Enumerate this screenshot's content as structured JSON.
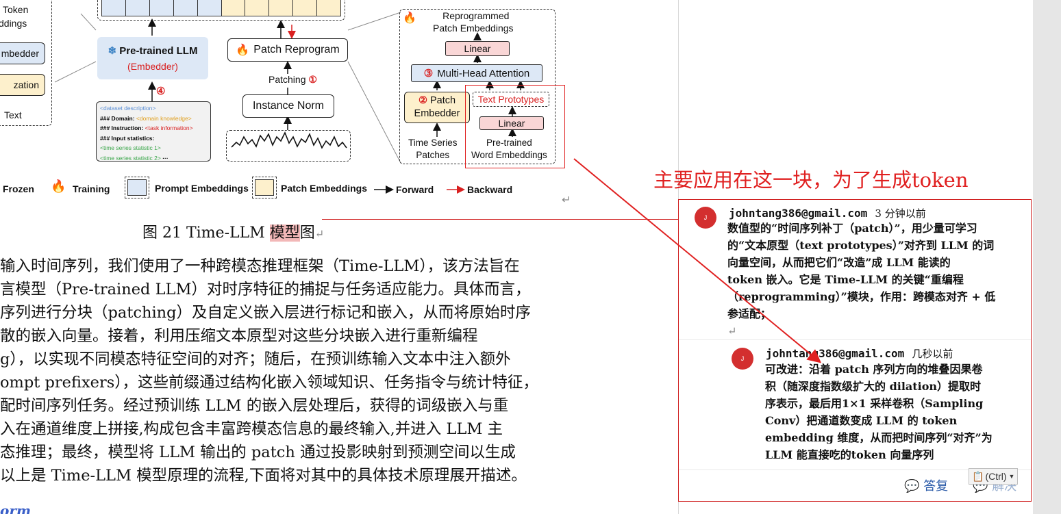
{
  "figure": {
    "left_panel": {
      "labels": [
        "Token",
        "ddings",
        "mbedder",
        "zation",
        "Text"
      ]
    },
    "embedder": {
      "title": "Pre-trained LLM",
      "subtitle": "(Embedder)",
      "badge": "④"
    },
    "prompt_card": {
      "line1": "<dataset description>",
      "line2_key": "### Domain:",
      "line2_val": "<domain knowledge>",
      "line3_key": "### Instruction:",
      "line3_val": "<task information>",
      "line4": "### Input statistics:",
      "line5": "<time series statistic 1>",
      "line6": "<time series statistic 2>",
      "line6_tail": "···"
    },
    "patch_reprogram": "Patch Reprogram",
    "patching": "Patching",
    "patching_badge": "①",
    "instance_norm": "Instance Norm",
    "right_panel": {
      "title_line1": "Reprogrammed",
      "title_line2": "Patch Embeddings",
      "linear_top": "Linear",
      "mha_badge": "③",
      "mha": "Multi-Head Attention",
      "patch_embedder_badge": "②",
      "patch_embedder_line1": "Patch",
      "patch_embedder_line2": "Embedder",
      "text_prototypes": "Text Prototypes",
      "linear_bottom": "Linear",
      "ts_patches_line1": "Time Series",
      "ts_patches_line2": "Patches",
      "word_emb_line1": "Pre-trained",
      "word_emb_line2": "Word Embeddings"
    },
    "legend": {
      "frozen": "Frozen",
      "training": "Training",
      "prompt_embeddings": "Prompt Embeddings",
      "patch_embeddings": "Patch Embeddings",
      "forward": "Forward",
      "backward": "Backward"
    },
    "colors": {
      "blue_fill": "#dde8f6",
      "yellow_fill": "#fdf0cc",
      "pink_fill": "#f9d6d6",
      "red": "#d92020"
    }
  },
  "caption": {
    "prefix": "图 21 Time-LLM ",
    "highlight": "模型",
    "suffix": "图"
  },
  "body_lines": [
    "输入时间序列，我们使用了一种跨模态推理框架（Time-LLM），该方法旨在",
    "言模型（Pre-trained LLM）对时序特征的捕捉与任务适应能力。具体而言，",
    "序列进行分块（patching）及自定义嵌入层进行标记和嵌入，从而将原始时序",
    "散的嵌入向量。接着，利用压缩文本原型对这些分块嵌入进行重新编程",
    "g），以实现不同模态特征空间的对齐；随后，在预训练输入文本中注入额外",
    "ompt prefixers），这些前缀通过结构化嵌入领域知识、任务指令与统计特征，",
    "配时间序列任务。经过预训练 LLM 的嵌入层处理后，获得的词级嵌入与重",
    "入在通道维度上拼接,构成包含丰富跨模态信息的最终输入,并进入 LLM 主",
    "态推理；最终，模型将 LLM 输出的 patch 通过投影映射到预测空间以生成",
    "以上是 Time-LLM 模型原理的流程,下面将对其中的具体技术原理展开描述。"
  ],
  "heading_fragment": "orm",
  "annotation": "主要应用在这一块，为了生成token",
  "comments": [
    {
      "author": "johntang386@gmail.com",
      "time": "3 分钟以前",
      "avatar": "J",
      "lines": [
        "数值型的“时间序列补丁（patch）”，用少量可学习",
        "的“文本原型（text prototypes）”对齐到 LLM 的词",
        "向量空间，从而把它们“改造”成 LLM 能读的",
        "token 嵌入。它是 Time-LLM 的关键“重编程",
        "（reprogramming）”模块，作用：跨模态对齐 + 低",
        "参适配；"
      ]
    },
    {
      "author": "johntang386@gmail.com",
      "time": "几秒以前",
      "avatar": "J",
      "lines": [
        "可改进：沿着 patch 序列方向的堆叠因果卷",
        "积（随深度指数级扩大的 dilation）提取时",
        "序表示，最后用1×1 采样卷积（Sampling",
        "Conv）把通道数变成 LLM 的 token",
        "embedding 维度，从而把时间序列“对齐”为",
        "LLM 能直接吃的token 向量序列"
      ]
    }
  ],
  "actions": {
    "reply": "答复",
    "resolve": "解决",
    "paste_options": "(Ctrl)"
  }
}
